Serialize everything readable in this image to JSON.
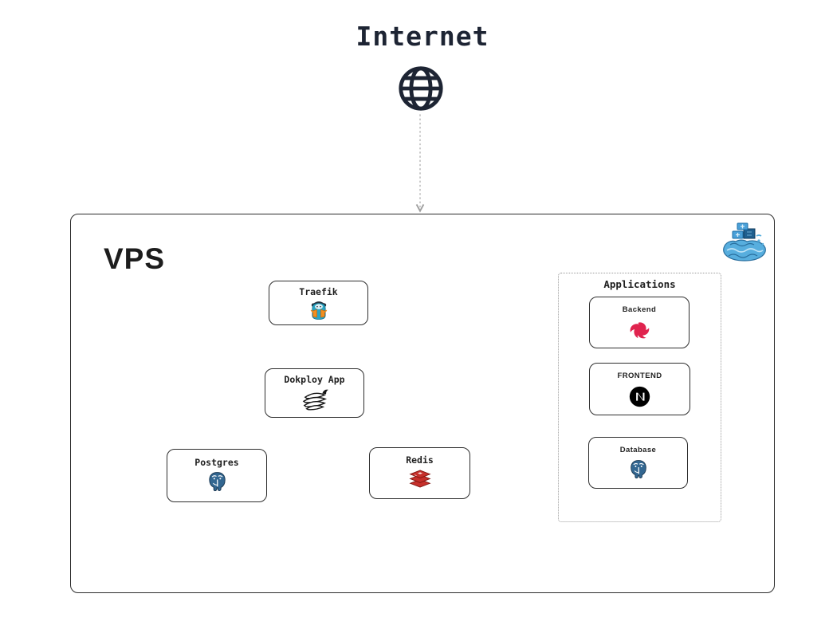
{
  "header": {
    "title": "Internet"
  },
  "vps": {
    "label": "VPS"
  },
  "nodes": {
    "traefik": {
      "label": "Traefik"
    },
    "dokploy": {
      "label": "Dokploy App"
    },
    "postgres": {
      "label": "Postgres"
    },
    "redis": {
      "label": "Redis"
    }
  },
  "applications": {
    "label": "Applications",
    "backend": {
      "label": "Backend"
    },
    "frontend": {
      "label": "FRONTEND"
    },
    "database": {
      "label": "Database"
    }
  },
  "edges": [
    {
      "from": "internet",
      "to": "vps-frame",
      "style": "dotted-gray-arrow"
    },
    {
      "from": "vps-frame-junction",
      "to": "traefik",
      "style": "dotted-gray"
    },
    {
      "from": "traefik",
      "to": "dokploy",
      "style": "dashed-dark-arrow"
    },
    {
      "from": "traefik",
      "to": "backend",
      "style": "dotted-gray-arrow"
    },
    {
      "from": "traefik",
      "to": "frontend",
      "style": "dotted-gray-arrow"
    },
    {
      "from": "dokploy",
      "to": "postgres",
      "style": "dashed-dark-arrow"
    },
    {
      "from": "dokploy",
      "to": "redis",
      "style": "dashed-dark-arrow"
    }
  ],
  "icons": {
    "globe": "globe-icon",
    "docker": "docker-whale-icon",
    "traefik": "traefik-mascot-icon",
    "dokploy": "dokploy-whale-icon",
    "postgres": "postgres-elephant-icon",
    "redis": "redis-stack-icon",
    "nestjs": "nestjs-icon",
    "nextjs": "nextjs-icon"
  },
  "colors": {
    "ink": "#1d2433",
    "line-gray": "#b3b3b3",
    "arrow-dark": "#1e1e1e",
    "traefik-blue": "#2aa5c4",
    "traefik-orange": "#f28e1e",
    "postgres-blue": "#336791",
    "redis-red": "#c6302b",
    "nest-red": "#e0234e",
    "next-black": "#000000",
    "docker-blue": "#4aa0d8",
    "docker-dark": "#1f5f8f",
    "docker-sea": "#57aede"
  }
}
